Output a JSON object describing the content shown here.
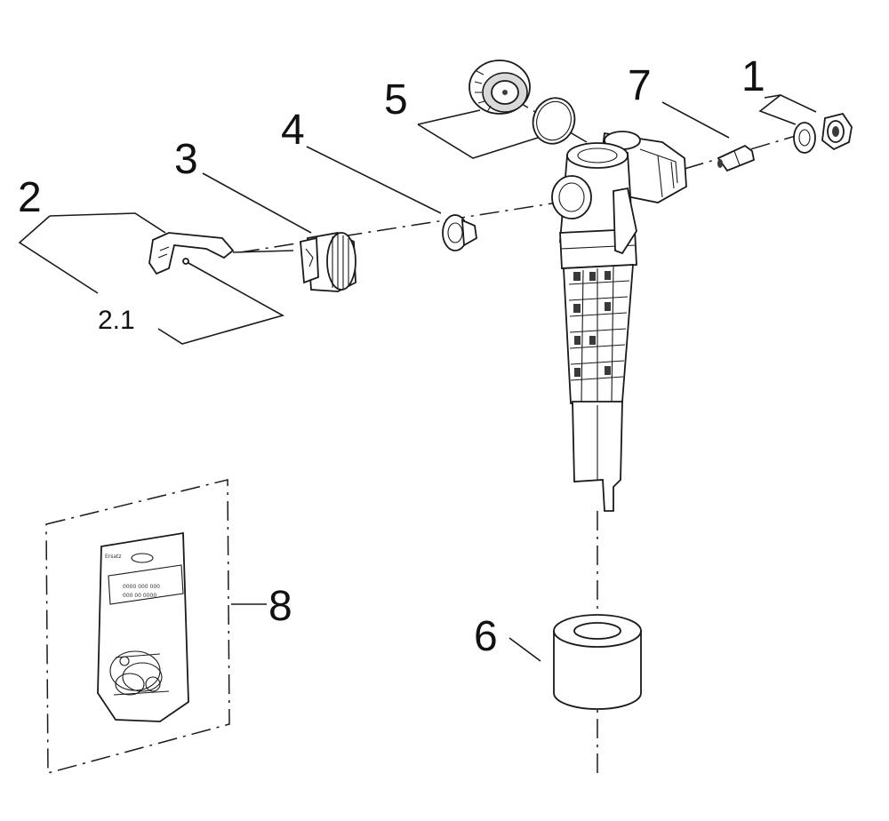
{
  "part_labels": {
    "p1": "1",
    "p2": "2",
    "p2_1": "2.1",
    "p3": "3",
    "p4": "4",
    "p5": "5",
    "p6": "6",
    "p7": "7",
    "p8": "8"
  }
}
